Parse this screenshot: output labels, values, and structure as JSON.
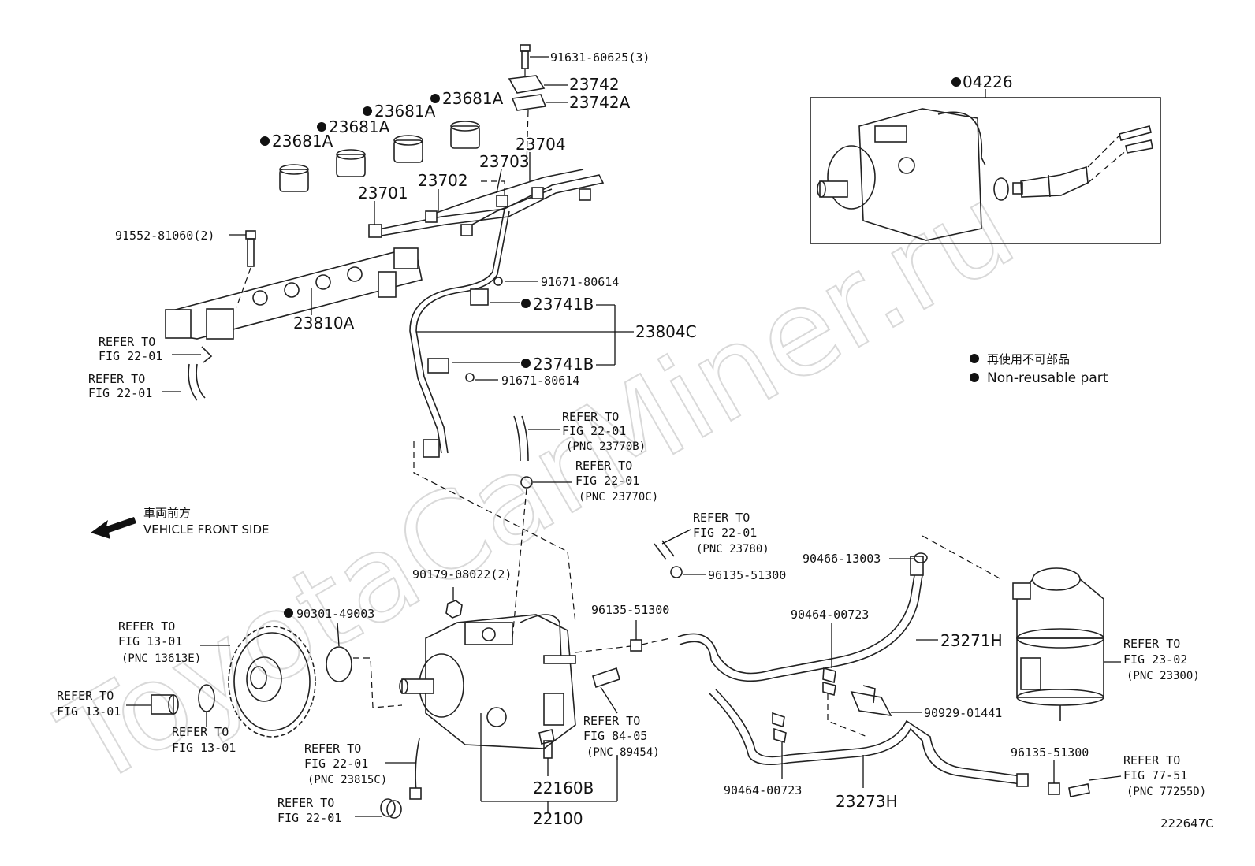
{
  "watermark": "ToyotaCarMiner.ru",
  "diagram_code": "222647C",
  "legend": {
    "jp": "再使用不可部品",
    "en": "Non-reusable part"
  },
  "vehicle_front": {
    "jp": "車両前方",
    "en": "VEHICLE FRONT SIDE"
  },
  "parts": {
    "p04226": "04226",
    "p91631": "91631-60625(3)",
    "p23742": "23742",
    "p23742A": "23742A",
    "p23681A_1": "23681A",
    "p23681A_2": "23681A",
    "p23681A_3": "23681A",
    "p23681A_4": "23681A",
    "p23704": "23704",
    "p23703": "23703",
    "p23702": "23702",
    "p23701": "23701",
    "p91552": "91552-81060(2)",
    "p23810A": "23810A",
    "p91671_a": "91671-80614",
    "p23741B_a": "23741B",
    "p23804C": "23804C",
    "p23741B_b": "23741B",
    "p91671_b": "91671-80614",
    "p90179": "90179-08022(2)",
    "p90301": "90301-49003",
    "p96135_a": "96135-51300",
    "p96135_b": "96135-51300",
    "p90466": "90466-13003",
    "p90464_a": "90464-00723",
    "p23271H": "23271H",
    "p90929": "90929-01441",
    "p96135_c": "96135-51300",
    "p90464_b": "90464-00723",
    "p23273H": "23273H",
    "p22160B": "22160B",
    "p22100": "22100"
  },
  "refs": {
    "r1": {
      "l1": "REFER TO",
      "l2": "FIG 22-01"
    },
    "r2": {
      "l1": "REFER TO",
      "l2": "FIG 22-01"
    },
    "r3": {
      "l1": "REFER TO",
      "l2": "FIG 22-01",
      "l3": "(PNC 23770B)"
    },
    "r4": {
      "l1": "REFER TO",
      "l2": "FIG 22-01",
      "l3": "(PNC 23770C)"
    },
    "r5": {
      "l1": "REFER TO",
      "l2": "FIG 22-01",
      "l3": "(PNC 23780)"
    },
    "r6": {
      "l1": "REFER TO",
      "l2": "FIG 13-01",
      "l3": "(PNC 13613E)"
    },
    "r7": {
      "l1": "REFER TO",
      "l2": "FIG 13-01"
    },
    "r8": {
      "l1": "REFER TO",
      "l2": "FIG 13-01"
    },
    "r9": {
      "l1": "REFER TO",
      "l2": "FIG 22-01",
      "l3": "(PNC 23815C)"
    },
    "r10": {
      "l1": "REFER TO",
      "l2": "FIG 22-01"
    },
    "r11": {
      "l1": "REFER TO",
      "l2": "FIG 84-05",
      "l3": "(PNC 89454)"
    },
    "r12": {
      "l1": "REFER TO",
      "l2": "FIG 23-02",
      "l3": "(PNC 23300)"
    },
    "r13": {
      "l1": "REFER TO",
      "l2": "FIG 77-51",
      "l3": "(PNC 77255D)"
    }
  }
}
